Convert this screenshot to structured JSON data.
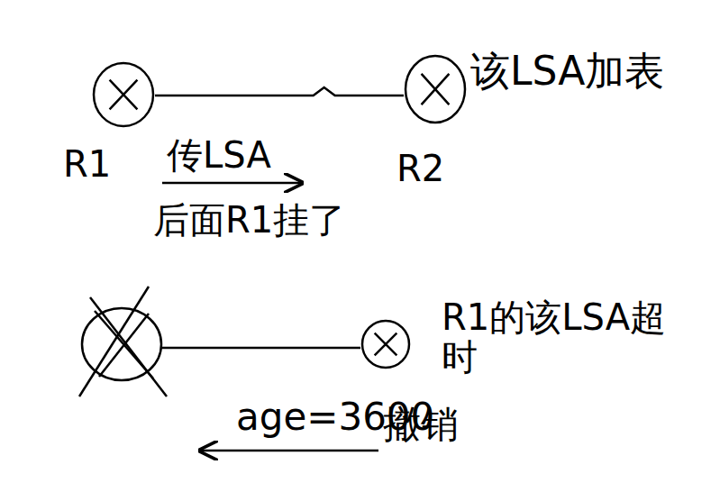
{
  "diagram": {
    "nodes": [
      {
        "text": [
          "R1"
        ]
      },
      {
        "text": [
          "R2",
          "该LSA加表"
        ]
      },
      {
        "text": [
          "R1的该LSA超时"
        ]
      }
    ],
    "edges": [
      {
        "from": 0,
        "to": 1,
        "arrow": "none"
      }
    ],
    "labels": [
      "传LSA",
      "后面R1挂了",
      "age=3600",
      "撤销"
    ]
  }
}
